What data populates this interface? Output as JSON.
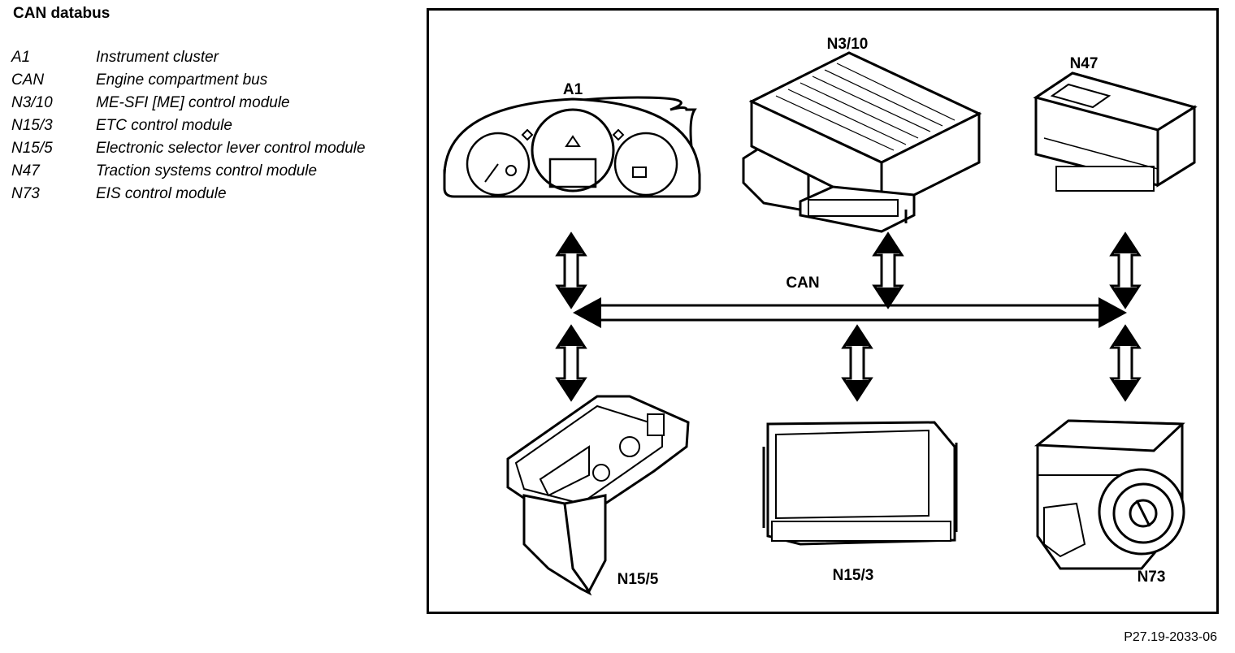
{
  "title": "CAN databus",
  "legend": [
    {
      "code": "A1",
      "desc": "Instrument cluster"
    },
    {
      "code": "CAN",
      "desc": "Engine compartment bus"
    },
    {
      "code": "N3/10",
      "desc": "ME-SFI [ME] control module"
    },
    {
      "code": "N15/3",
      "desc": "ETC control module"
    },
    {
      "code": "N15/5",
      "desc": "Electronic selector lever control module"
    },
    {
      "code": "N47",
      "desc": "Traction systems control module"
    },
    {
      "code": "N73",
      "desc": "EIS control module"
    }
  ],
  "diagram": {
    "bus_label": "CAN",
    "modules": {
      "a1": "A1",
      "n3_10": "N3/10",
      "n47": "N47",
      "n15_5": "N15/5",
      "n15_3": "N15/3",
      "n73": "N73"
    }
  },
  "footer": "P27.19-2033-06"
}
